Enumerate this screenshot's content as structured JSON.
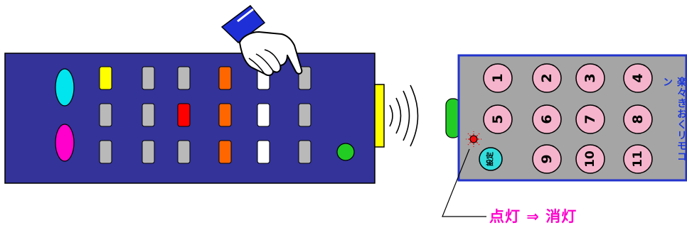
{
  "learning_remote": {
    "number_keys": [
      "1",
      "2",
      "3",
      "4",
      "5",
      "6",
      "7",
      "8",
      "9",
      "10",
      "11"
    ],
    "set_key_label": "設定",
    "side_label": "楽々きおくリモコン"
  },
  "indicator_caption": "点灯 ⇒ 消灯",
  "colors": {
    "transmitter_body": "#333399",
    "receiver_body": "#a5a5a5",
    "receiver_border": "#2233cc",
    "number_key_fill": "#f5b4cc",
    "set_key_fill": "#33dddd",
    "caption_text": "#ff00cc",
    "led_red": "#ee1111",
    "emitter_green": "#22cc22"
  },
  "transmitter_remote": {
    "button_colors": [
      [
        "cyan-oval",
        "yellow",
        "gray",
        "gray",
        "orange",
        "white",
        "gray"
      ],
      [
        "gray",
        "gray",
        "red",
        "orange",
        "white",
        "gray"
      ],
      [
        "magenta-oval",
        "gray",
        "gray",
        "gray",
        "orange",
        "white",
        "gray",
        "green-round"
      ]
    ]
  }
}
